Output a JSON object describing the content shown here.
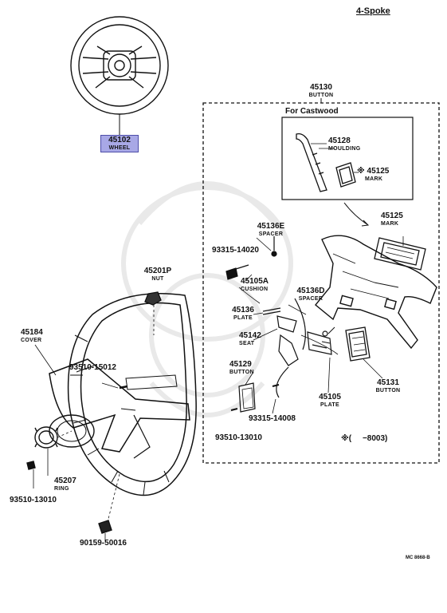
{
  "header": {
    "title": "4-Spoke"
  },
  "button_group": {
    "part_no": "45130",
    "part_name": "BUTTON"
  },
  "castwood_box": {
    "title": "For Castwood"
  },
  "parts": [
    {
      "id": "45102",
      "no": "45102",
      "name": "WHEEL"
    },
    {
      "id": "45128",
      "no": "45128",
      "name": "MOULDING"
    },
    {
      "id": "45125a",
      "no": "45125",
      "name": "MARK"
    },
    {
      "id": "45125b",
      "no": "45125",
      "name": "MARK"
    },
    {
      "id": "45136e",
      "no": "45136E",
      "name": "SPACER"
    },
    {
      "id": "93315-14020",
      "no": "93315-14020",
      "name": ""
    },
    {
      "id": "45105a",
      "no": "45105A",
      "name": "CUSHION"
    },
    {
      "id": "45201p",
      "no": "45201P",
      "name": "NUT"
    },
    {
      "id": "45136d",
      "no": "45136D",
      "name": "SPACER"
    },
    {
      "id": "45136",
      "no": "45136",
      "name": "PLATE"
    },
    {
      "id": "45184",
      "no": "45184",
      "name": "COVER"
    },
    {
      "id": "45142",
      "no": "45142",
      "name": "SEAT"
    },
    {
      "id": "93510-15012",
      "no": "93510-15012",
      "name": ""
    },
    {
      "id": "45129",
      "no": "45129",
      "name": "BUTTON"
    },
    {
      "id": "45131",
      "no": "45131",
      "name": "BUTTON"
    },
    {
      "id": "45105",
      "no": "45105",
      "name": "PLATE"
    },
    {
      "id": "93315-14008",
      "no": "93315-14008",
      "name": ""
    },
    {
      "id": "93510-13010a",
      "no": "93510-13010",
      "name": ""
    },
    {
      "id": "45207",
      "no": "45207",
      "name": "RING"
    },
    {
      "id": "93510-13010b",
      "no": "93510-13010",
      "name": ""
    },
    {
      "id": "90159-50016",
      "no": "90159-50016",
      "name": ""
    }
  ],
  "footnote": {
    "symbol": "※",
    "text": "(      −8003)"
  },
  "image_code": "MC  8668-B",
  "colors": {
    "highlight": "#a8a8e6",
    "line": "#111111"
  }
}
